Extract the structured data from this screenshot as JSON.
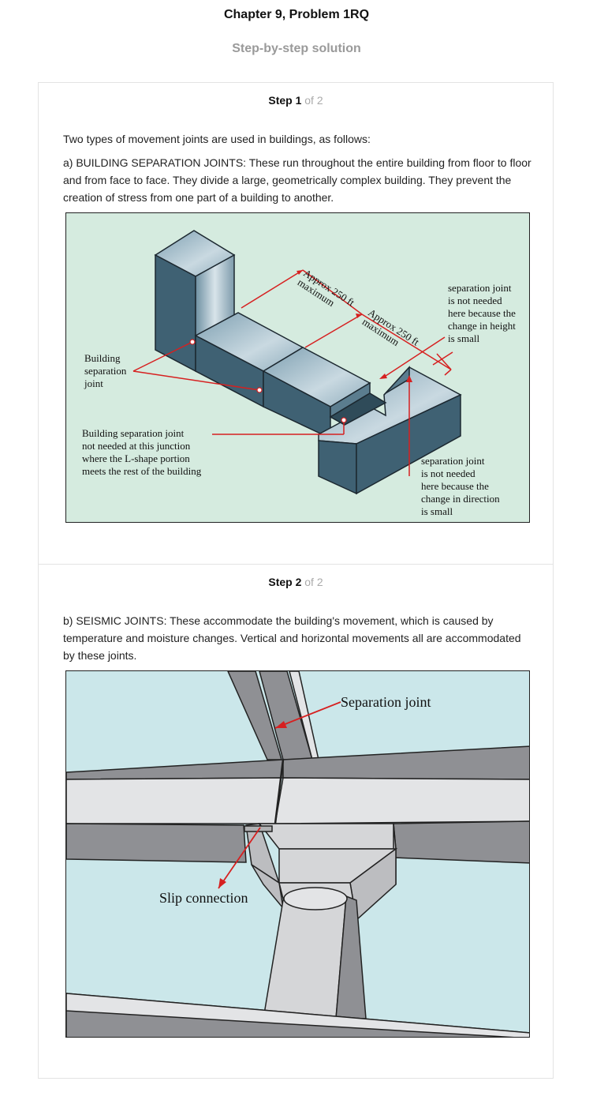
{
  "header": {
    "title": "Chapter 9, Problem 1RQ",
    "subtitle": "Step-by-step solution"
  },
  "steps": [
    {
      "label": "Step 1",
      "of": "of 2",
      "paragraphs": [
        "Two types of movement joints are used in buildings, as follows:",
        "a) BUILDING SEPARATION JOINTS: These run throughout the entire building from floor to floor and from face to face. They divide a large, geometrically complex building. They prevent the creation of stress from one part of a building to another."
      ],
      "figure": {
        "dim1": [
          "Approx 250 ft",
          "maximum"
        ],
        "dim2": [
          "Approx 250 ft",
          "maximum"
        ],
        "note_height": [
          "separation joint",
          "is not needed",
          "here because the",
          "change in height",
          "is small"
        ],
        "note_building": [
          "Building",
          "separation",
          "joint"
        ],
        "note_junction": [
          "Building separation joint",
          "not needed at this junction",
          "where the L-shape portion",
          "meets the rest of the building"
        ],
        "note_direction": [
          "separation joint",
          "is not needed",
          "here because the",
          "change in direction",
          "is small"
        ]
      }
    },
    {
      "label": "Step 2",
      "of": "of 2",
      "paragraphs": [
        "b) SEISMIC JOINTS: These accommodate the building's movement, which is caused by temperature and moisture changes. Vertical and horizontal movements all are accommodated by these joints."
      ],
      "figure": {
        "label_separation": "Separation joint",
        "label_slip": "Slip connection"
      }
    }
  ],
  "colors": {
    "accent_arrow": "#d62020",
    "fig1_background": "#d5ebdf",
    "fig2_background": "#cbe7ea",
    "block_dark": "#3f6173",
    "beam_gray": "#8f9094"
  }
}
